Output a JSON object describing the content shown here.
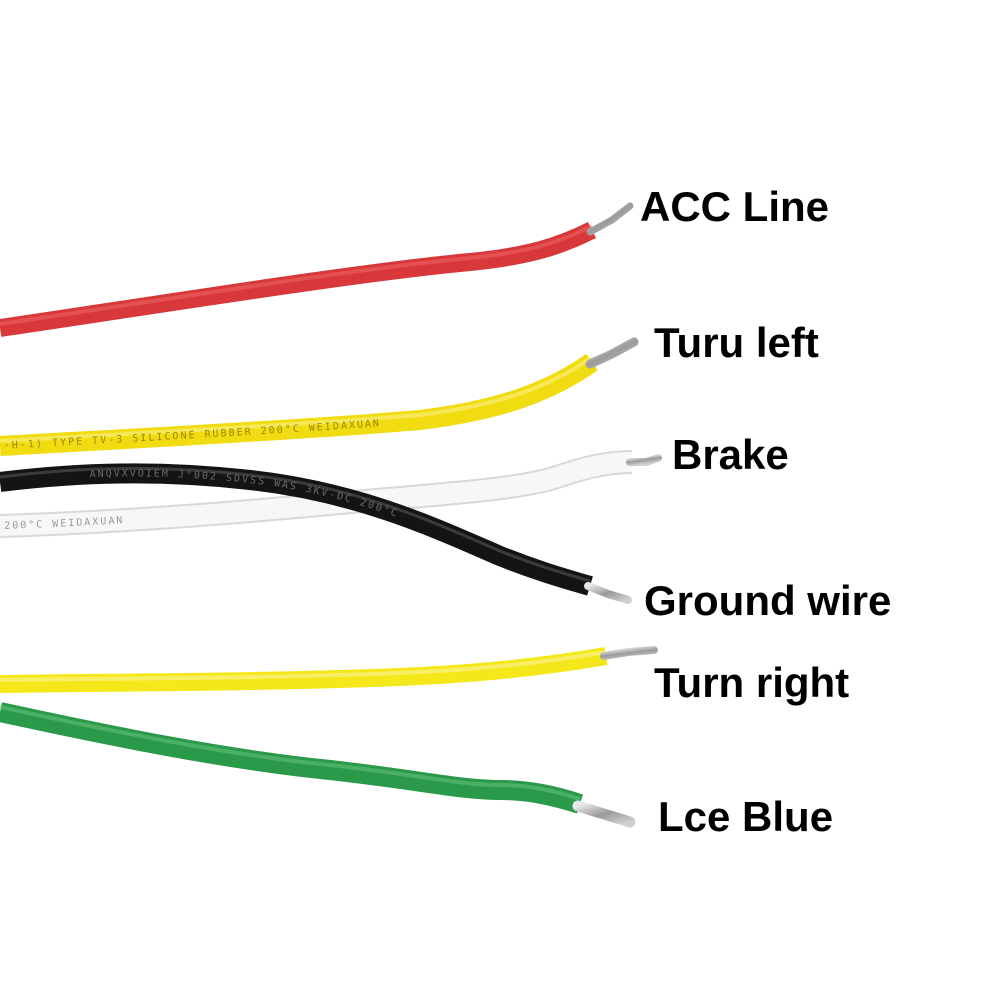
{
  "wires": [
    {
      "id": "acc",
      "label": "ACC Line",
      "color": "#d9383a"
    },
    {
      "id": "turn-left",
      "label": "Turu left",
      "color": "#f0dc10"
    },
    {
      "id": "brake",
      "label": "Brake",
      "color": "#f4f4f4"
    },
    {
      "id": "ground",
      "label": "Ground wire",
      "color": "#141414"
    },
    {
      "id": "turn-right",
      "label": "Turn right",
      "color": "#f4e81a"
    },
    {
      "id": "ice-blue",
      "label": "Lce Blue",
      "color": "#2a9a4a"
    }
  ],
  "jacket_print": {
    "yellow": "·H-1)  TYPE  TV-3  SILICONE  RUBBER  200°C  WEIDAXUAN",
    "white": "200°C  WEIDAXUAN",
    "black": "ANQVXVOIEM  J°002  SDVSS  WAS  3KV-DC  200°C"
  }
}
